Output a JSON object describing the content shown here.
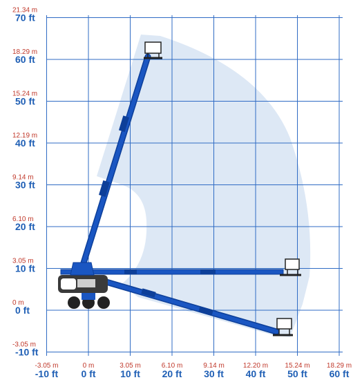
{
  "diagram": {
    "feet_ticks": [
      -10,
      0,
      10,
      20,
      30,
      40,
      50,
      60,
      70
    ],
    "x_feet_ticks": [
      -10,
      0,
      10,
      20,
      30,
      40,
      50,
      60
    ],
    "y_labels": [
      {
        "ft": "70 ft",
        "m": "21.34 m"
      },
      {
        "ft": "60 ft",
        "m": "18.29 m"
      },
      {
        "ft": "50 ft",
        "m": "15.24 m"
      },
      {
        "ft": "40 ft",
        "m": "12.19 m"
      },
      {
        "ft": "30 ft",
        "m": "9.14 m"
      },
      {
        "ft": "20 ft",
        "m": "6.10 m"
      },
      {
        "ft": "10 ft",
        "m": "3.05 m"
      },
      {
        "ft": "0 ft",
        "m": "0 m"
      },
      {
        "ft": "-10 ft",
        "m": "-3.05 m"
      }
    ],
    "x_labels": [
      {
        "ft": "-10 ft",
        "m": "-3.05 m"
      },
      {
        "ft": "0 ft",
        "m": "0 m"
      },
      {
        "ft": "10 ft",
        "m": "3.05 m"
      },
      {
        "ft": "20 ft",
        "m": "6.10 m"
      },
      {
        "ft": "30 ft",
        "m": "9.14 m"
      },
      {
        "ft": "40 ft",
        "m": "12.20 m"
      },
      {
        "ft": "50 ft",
        "m": "15.24 m"
      },
      {
        "ft": "60 ft",
        "m": "18.29 m"
      }
    ],
    "colors": {
      "grid": "#2f6bc4",
      "ft_label": "#1f5fb5",
      "m_label": "#c0392b",
      "envelope": "#dde8f5",
      "boom": "#1a56c2",
      "boom_dark": "#0d3f99",
      "platform": "#ffffff",
      "machine": "#3a3a3a"
    }
  }
}
